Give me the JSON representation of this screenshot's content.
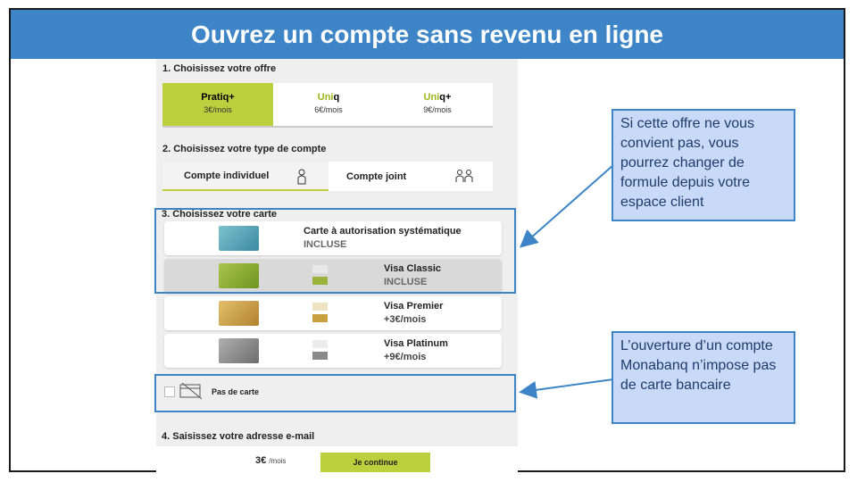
{
  "banner": {
    "title": "Ouvrez un compte sans revenu en ligne"
  },
  "sections": {
    "offer": "1. Choisissez votre offre",
    "account": "2. Choisissez votre type de compte",
    "card": "3. Choisissez votre carte",
    "email": "4. Saisissez votre adresse e-mail"
  },
  "offers": [
    {
      "name": "Pratiq+",
      "price": "3€/mois",
      "selected": true
    },
    {
      "name_prefix": "Uni",
      "name_suffix": "q",
      "price": "6€/mois"
    },
    {
      "name_prefix": "Uni",
      "name_suffix": "q+",
      "price": "9€/mois"
    }
  ],
  "accounts": [
    {
      "label": "Compte individuel",
      "icon": "person-icon",
      "selected": true
    },
    {
      "label": "Compte joint",
      "icon": "two-persons-icon"
    }
  ],
  "cards": [
    {
      "title": "Carte à autorisation systématique",
      "sub": "INCLUSE",
      "color": "#4a9cb0"
    },
    {
      "title": "Visa Classic",
      "sub": "INCLUSE",
      "color": "#8fb030",
      "selected": true
    },
    {
      "title": "Visa Premier",
      "sub": "+3€/mois",
      "color": "#c9a040"
    },
    {
      "title": "Visa Platinum",
      "sub": "+9€/mois",
      "color": "#8a8a8a"
    }
  ],
  "no_card": {
    "label": "Pas de carte"
  },
  "footer": {
    "price": "3€",
    "unit": "/mois",
    "continue": "Je continue"
  },
  "callouts": {
    "top": "Si cette offre ne vous convient pas, vous pourrez changer de formule depuis votre espace client",
    "bottom": "L’ouverture d’un compte Monabanq n’impose pas de carte bancaire"
  },
  "colors": {
    "accent": "#bccf3c",
    "annotation": "#3d85c6",
    "callout_bg": "#c9daf8"
  }
}
